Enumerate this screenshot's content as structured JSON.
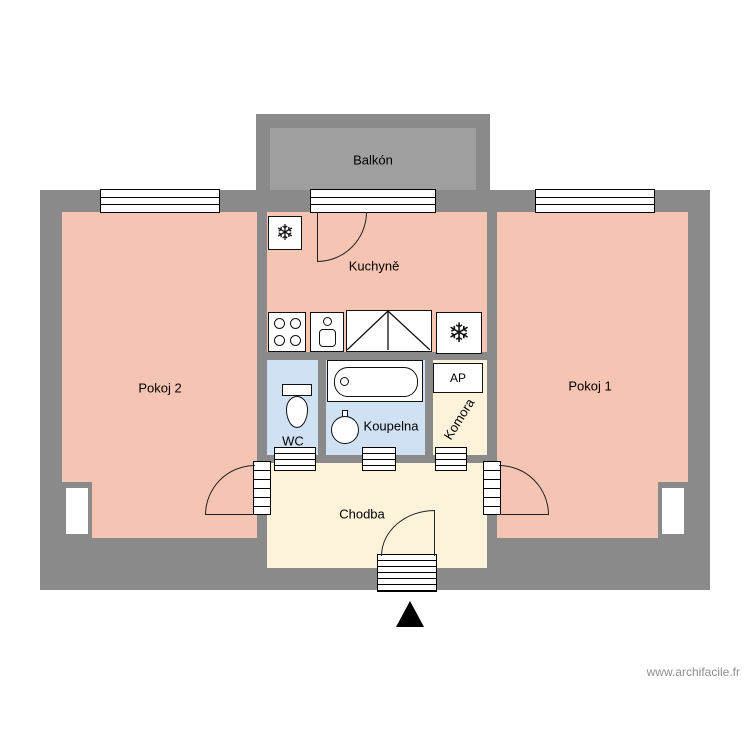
{
  "page": {
    "watermark": "www.archifacile.fr"
  },
  "colors": {
    "wall": "#8a8a8a",
    "balcony_floor": "#9f9f9f",
    "room_living": "#f6c4b3",
    "room_wet": "#cfe1f3",
    "room_service": "#fcf3da",
    "fixture_outline": "#111111"
  },
  "rooms": {
    "balcony": {
      "label": "Balkón"
    },
    "kitchen": {
      "label": "Kuchyně"
    },
    "room2": {
      "label": "Pokoj 2"
    },
    "room1": {
      "label": "Pokoj 1"
    },
    "wc": {
      "label": "WC"
    },
    "bathroom": {
      "label": "Koupelna"
    },
    "pantry": {
      "label": "Komora"
    },
    "hallway": {
      "label": "Chodba"
    }
  },
  "fixtures": {
    "ap_unit": "AP"
  },
  "icons": {
    "snowflake": "❄"
  }
}
